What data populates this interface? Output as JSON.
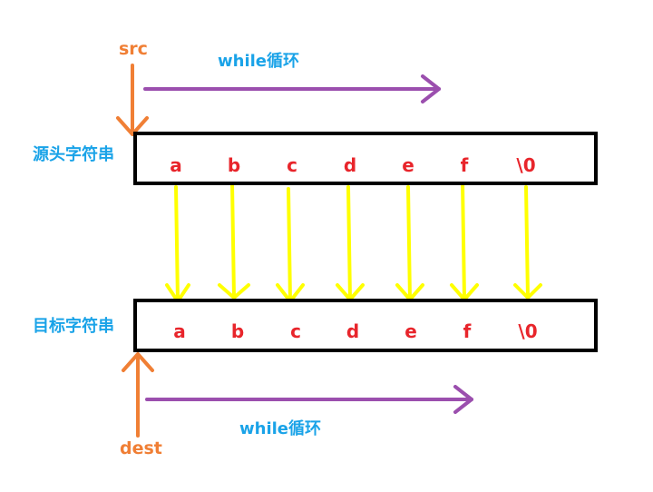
{
  "pointers": {
    "src": "src",
    "dest": "dest"
  },
  "loops": {
    "top": "while循环",
    "bottom": "while循环"
  },
  "rows": {
    "source": {
      "label": "源头字符串",
      "chars": [
        "a",
        "b",
        "c",
        "d",
        "e",
        "f",
        "\\0"
      ]
    },
    "target": {
      "label": "目标字符串",
      "chars": [
        "a",
        "b",
        "c",
        "d",
        "e",
        "f",
        "\\0"
      ]
    }
  },
  "colors": {
    "pointer": "#f07f35",
    "loop_arrow": "#9b4fae",
    "copy_arrow": "#ffff00",
    "label_text": "#1aa3e8",
    "char_text": "#e8252b",
    "box_border": "#000000"
  }
}
